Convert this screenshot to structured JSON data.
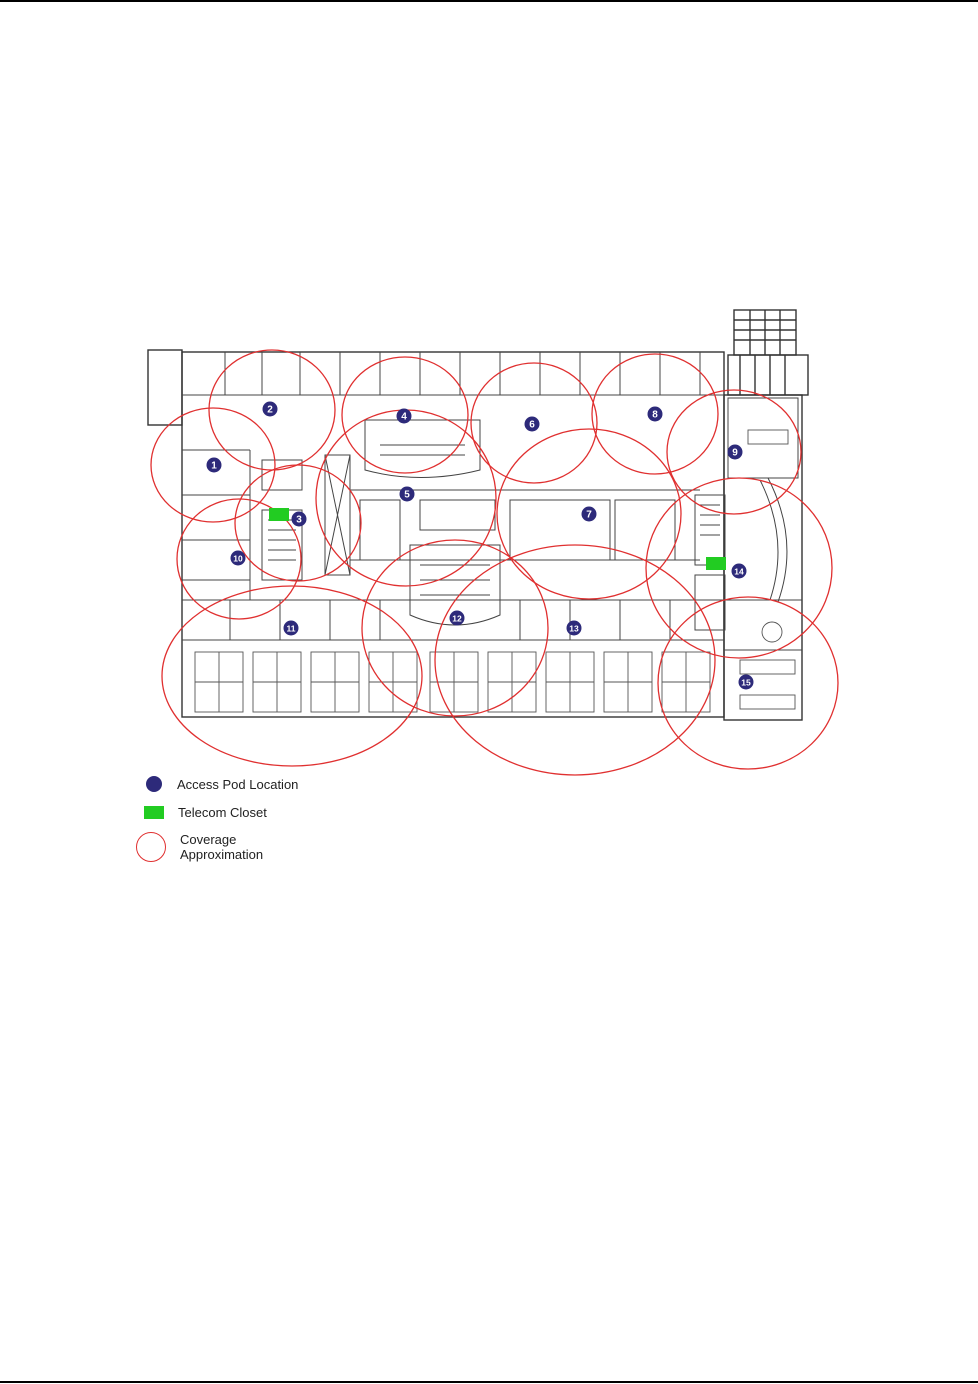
{
  "map": {
    "access_pods": [
      {
        "id": "1",
        "label": "1"
      },
      {
        "id": "2",
        "label": "2"
      },
      {
        "id": "3",
        "label": "3"
      },
      {
        "id": "4",
        "label": "4"
      },
      {
        "id": "5",
        "label": "5"
      },
      {
        "id": "6",
        "label": "6"
      },
      {
        "id": "7",
        "label": "7"
      },
      {
        "id": "8",
        "label": "8"
      },
      {
        "id": "9",
        "label": "9"
      },
      {
        "id": "10",
        "label": "10"
      },
      {
        "id": "11",
        "label": "11"
      },
      {
        "id": "12",
        "label": "12"
      },
      {
        "id": "13",
        "label": "13"
      },
      {
        "id": "14",
        "label": "14"
      },
      {
        "id": "15",
        "label": "15"
      }
    ],
    "telecom_closets": [
      {
        "id": "tc-west"
      },
      {
        "id": "tc-east"
      }
    ]
  },
  "legend": {
    "access_pod": "Access Pod Location",
    "telecom_closet": "Telecom Closet",
    "coverage_line1": "Coverage",
    "coverage_line2": "Approximation"
  },
  "colors": {
    "pod": "#2d2a7a",
    "closet": "#22cc22",
    "coverage": "#e03030",
    "walls": "#333333"
  }
}
